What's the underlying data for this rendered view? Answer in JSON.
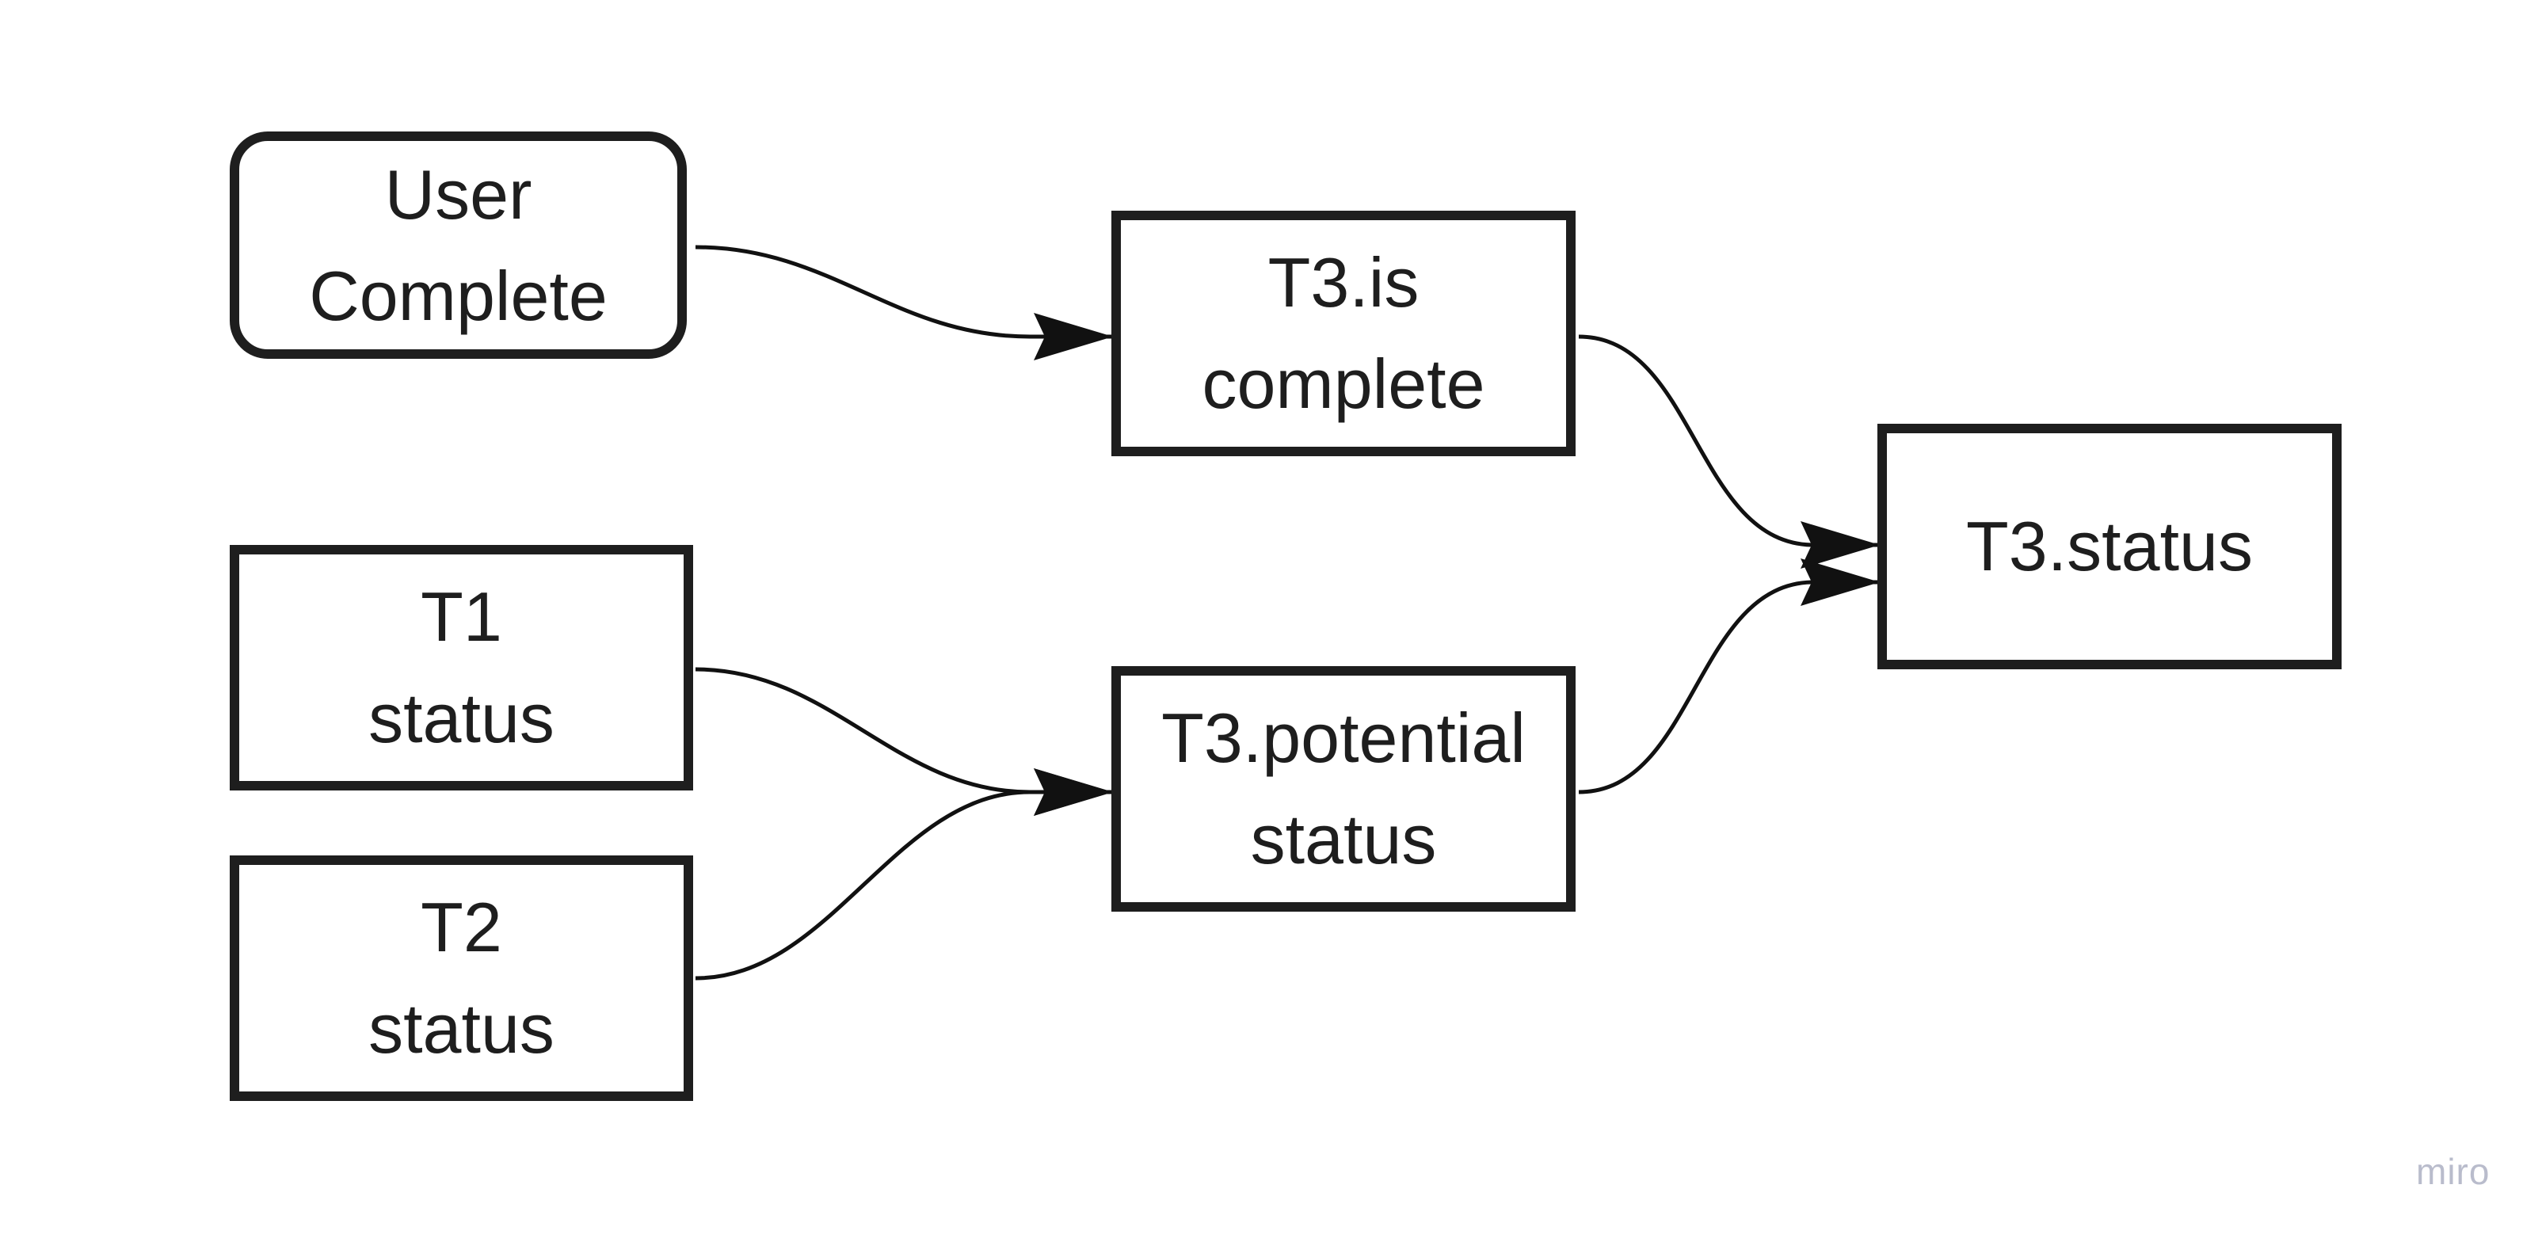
{
  "diagram": {
    "nodes": {
      "user_complete": {
        "line1": "User",
        "line2": "Complete"
      },
      "t3_is_complete": {
        "line1": "T3.is",
        "line2": "complete"
      },
      "t1_status": {
        "line1": "T1",
        "line2": "status"
      },
      "t2_status": {
        "line1": "T2",
        "line2": "status"
      },
      "t3_potential_status": {
        "line1": "T3.potential",
        "line2": "status"
      },
      "t3_status": {
        "line1": "T3.status"
      }
    },
    "edges": [
      {
        "from": "user_complete",
        "to": "t3_is_complete"
      },
      {
        "from": "t1_status",
        "to": "t3_potential_status"
      },
      {
        "from": "t2_status",
        "to": "t3_potential_status"
      },
      {
        "from": "t3_is_complete",
        "to": "t3_status"
      },
      {
        "from": "t3_potential_status",
        "to": "t3_status"
      }
    ],
    "colors": {
      "stroke": "#1e1e1e",
      "background": "#ffffff",
      "watermark": "#b9bccc"
    }
  },
  "watermark": "miro"
}
